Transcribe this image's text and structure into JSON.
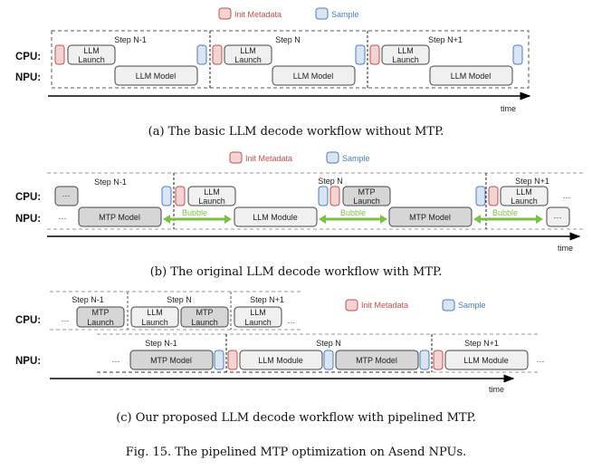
{
  "colors": {
    "init_fill": "#f2d4d4",
    "init_stroke": "#c0504d",
    "sample_fill": "#dae4f2",
    "sample_stroke": "#4a7ebb",
    "light_box": "#f0f0f0",
    "dark_box": "#d6d6d6",
    "box_stroke": "#444444",
    "bubble": "#7cc242"
  },
  "legend": {
    "init_metadata": "Init Metadata",
    "sample": "Sample"
  },
  "rows": {
    "cpu": "CPU:",
    "npu": "NPU:"
  },
  "time_label": "time",
  "ellipsis": "···",
  "bubble_label": "Bubble",
  "panel_a": {
    "caption": "(a) The basic LLM decode workflow without MTP.",
    "steps": [
      "Step N-1",
      "Step N",
      "Step N+1"
    ],
    "cpu_box": [
      "LLM",
      "Launch"
    ],
    "npu_box": "LLM Model"
  },
  "panel_b": {
    "caption": "(b) The original LLM decode workflow with MTP.",
    "steps": [
      "Step N-1",
      "Step N",
      "Step N+1"
    ],
    "cpu_boxes": [
      [
        "LLM",
        "Launch"
      ],
      [
        "MTP",
        "Launch"
      ],
      [
        "LLM",
        "Launch"
      ]
    ],
    "npu_boxes": [
      "MTP Model",
      "LLM Module",
      "MTP Model"
    ]
  },
  "panel_c": {
    "caption": "(c) Our proposed LLM decode workflow with pipelined MTP.",
    "cpu_steps": [
      "Step N-1",
      "Step N",
      "Step N+1"
    ],
    "npu_steps": [
      "Step N-1",
      "Step N",
      "Step N+1"
    ],
    "cpu_boxes": [
      [
        "MTP",
        "Launch"
      ],
      [
        "LLM",
        "Launch"
      ],
      [
        "MTP",
        "Launch"
      ],
      [
        "LLM",
        "Launch"
      ]
    ],
    "npu_boxes": [
      "MTP Model",
      "LLM Module",
      "MTP Model",
      "LLM Module"
    ]
  },
  "figure_caption": "Fig. 15.  The pipelined MTP optimization on Asend NPUs."
}
